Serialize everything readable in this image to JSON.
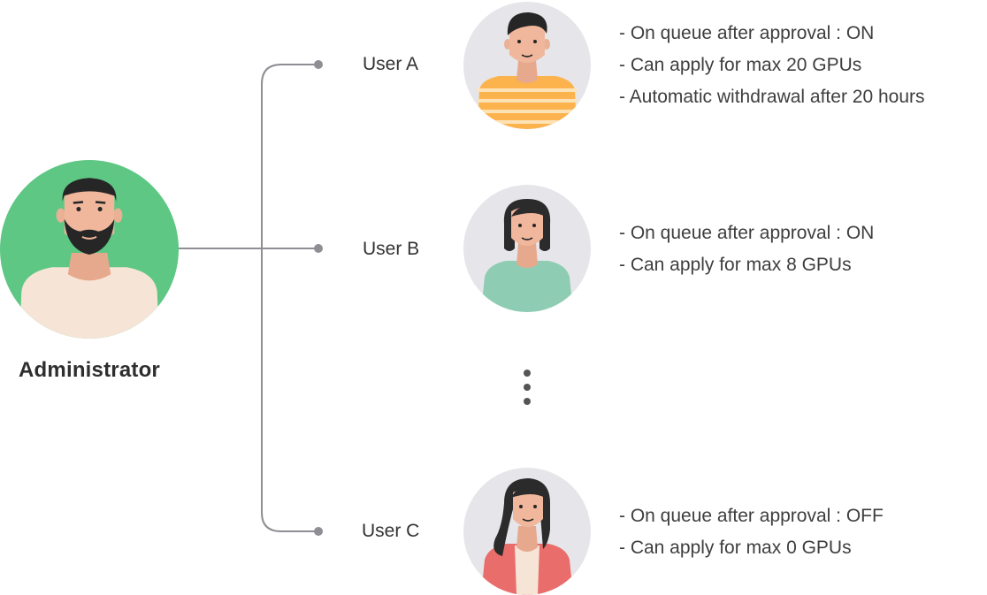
{
  "admin": {
    "label": "Administrator",
    "avatar_icon": "bearded-man-avatar-icon",
    "circle_color": "#5dc783"
  },
  "users": [
    {
      "name": "User A",
      "avatar_icon": "man-striped-shirt-avatar-icon",
      "rules": [
        "- On queue after approval : ON",
        "- Can apply for max 20 GPUs",
        "- Automatic withdrawal after 20 hours"
      ]
    },
    {
      "name": "User B",
      "avatar_icon": "woman-green-shirt-avatar-icon",
      "rules": [
        "- On queue after approval : ON",
        "- Can apply for max 8 GPUs"
      ]
    },
    {
      "name": "User C",
      "avatar_icon": "woman-red-cardigan-avatar-icon",
      "rules": [
        "- On queue after approval : OFF",
        "- Can apply for max 0 GPUs"
      ]
    }
  ],
  "ellipsis_icon": "vertical-ellipsis-icon",
  "colors": {
    "connector": "#8e8e94",
    "user_circle": "#e6e6ea",
    "text": "#3a3a3a"
  }
}
